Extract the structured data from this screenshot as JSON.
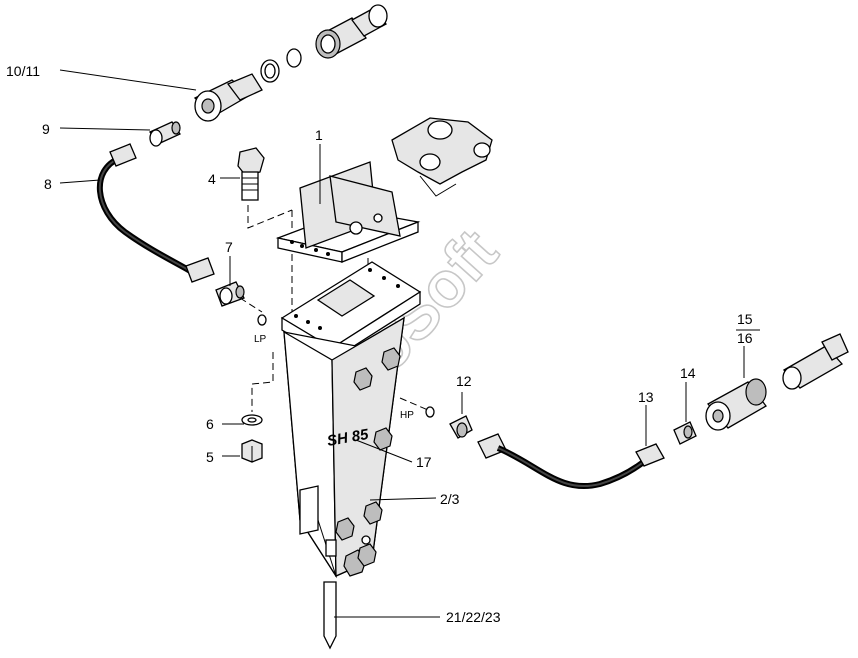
{
  "labels": {
    "l_10_11": "10/11",
    "l_9": "9",
    "l_8": "8",
    "l_4": "4",
    "l_1": "1",
    "l_7": "7",
    "l_6": "6",
    "l_5": "5",
    "l_17": "17",
    "l_2_3": "2/3",
    "l_21_22_23": "21/22/23",
    "l_12": "12",
    "l_13": "13",
    "l_14": "14",
    "l_15": "15",
    "l_16": "16"
  },
  "ports": {
    "lp": "LP",
    "hp": "HP"
  },
  "body_marking": "SH 85",
  "watermark": "AutoSoft"
}
